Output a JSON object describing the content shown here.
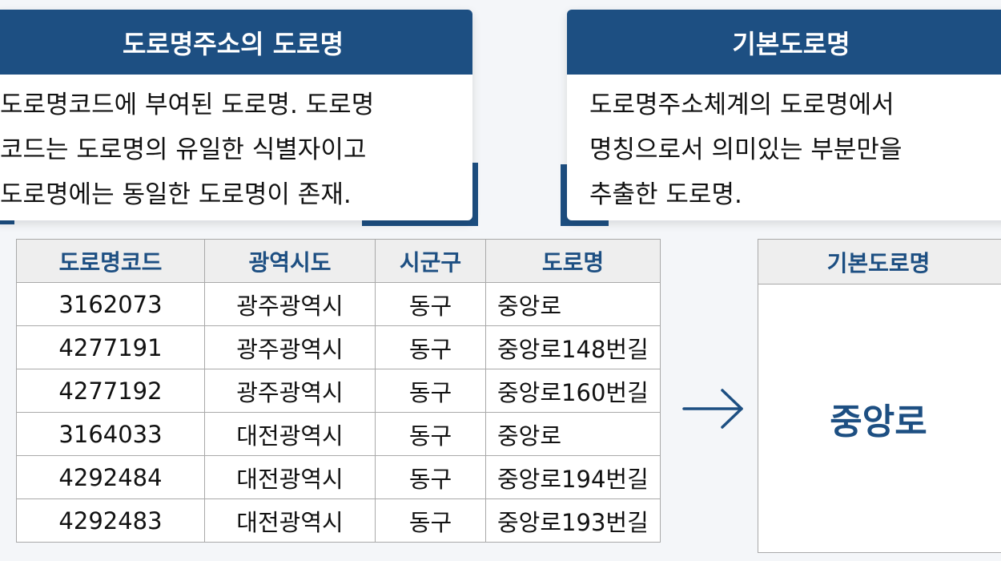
{
  "left_card": {
    "title": "도로명주소의 도로명",
    "lines": [
      "도로명코드에 부여된 도로명. 도로명",
      "코드는 도로명의 유일한 식별자이고",
      "도로명에는 동일한 도로명이 존재."
    ]
  },
  "right_card": {
    "title": "기본도로명",
    "lines": [
      "도로명주소체계의 도로명에서",
      "명칭으로서 의미있는 부분만을",
      "추출한 도로명."
    ]
  },
  "table": {
    "headers": [
      "도로명코드",
      "광역시도",
      "시군구",
      "도로명"
    ],
    "rows": [
      [
        "3162073",
        "광주광역시",
        "동구",
        "중앙로"
      ],
      [
        "4277191",
        "광주광역시",
        "동구",
        "중앙로148번길"
      ],
      [
        "4277192",
        "광주광역시",
        "동구",
        "중앙로160번길"
      ],
      [
        "3164033",
        "대전광역시",
        "동구",
        "중앙로"
      ],
      [
        "4292484",
        "대전광역시",
        "동구",
        "중앙로194번길"
      ],
      [
        "4292483",
        "대전광역시",
        "동구",
        "중앙로193번길"
      ]
    ]
  },
  "result": {
    "header": "기본도로명",
    "value": "중앙로"
  },
  "colors": {
    "primary": "#1d4f82",
    "header_bg": "#eeeeee"
  }
}
